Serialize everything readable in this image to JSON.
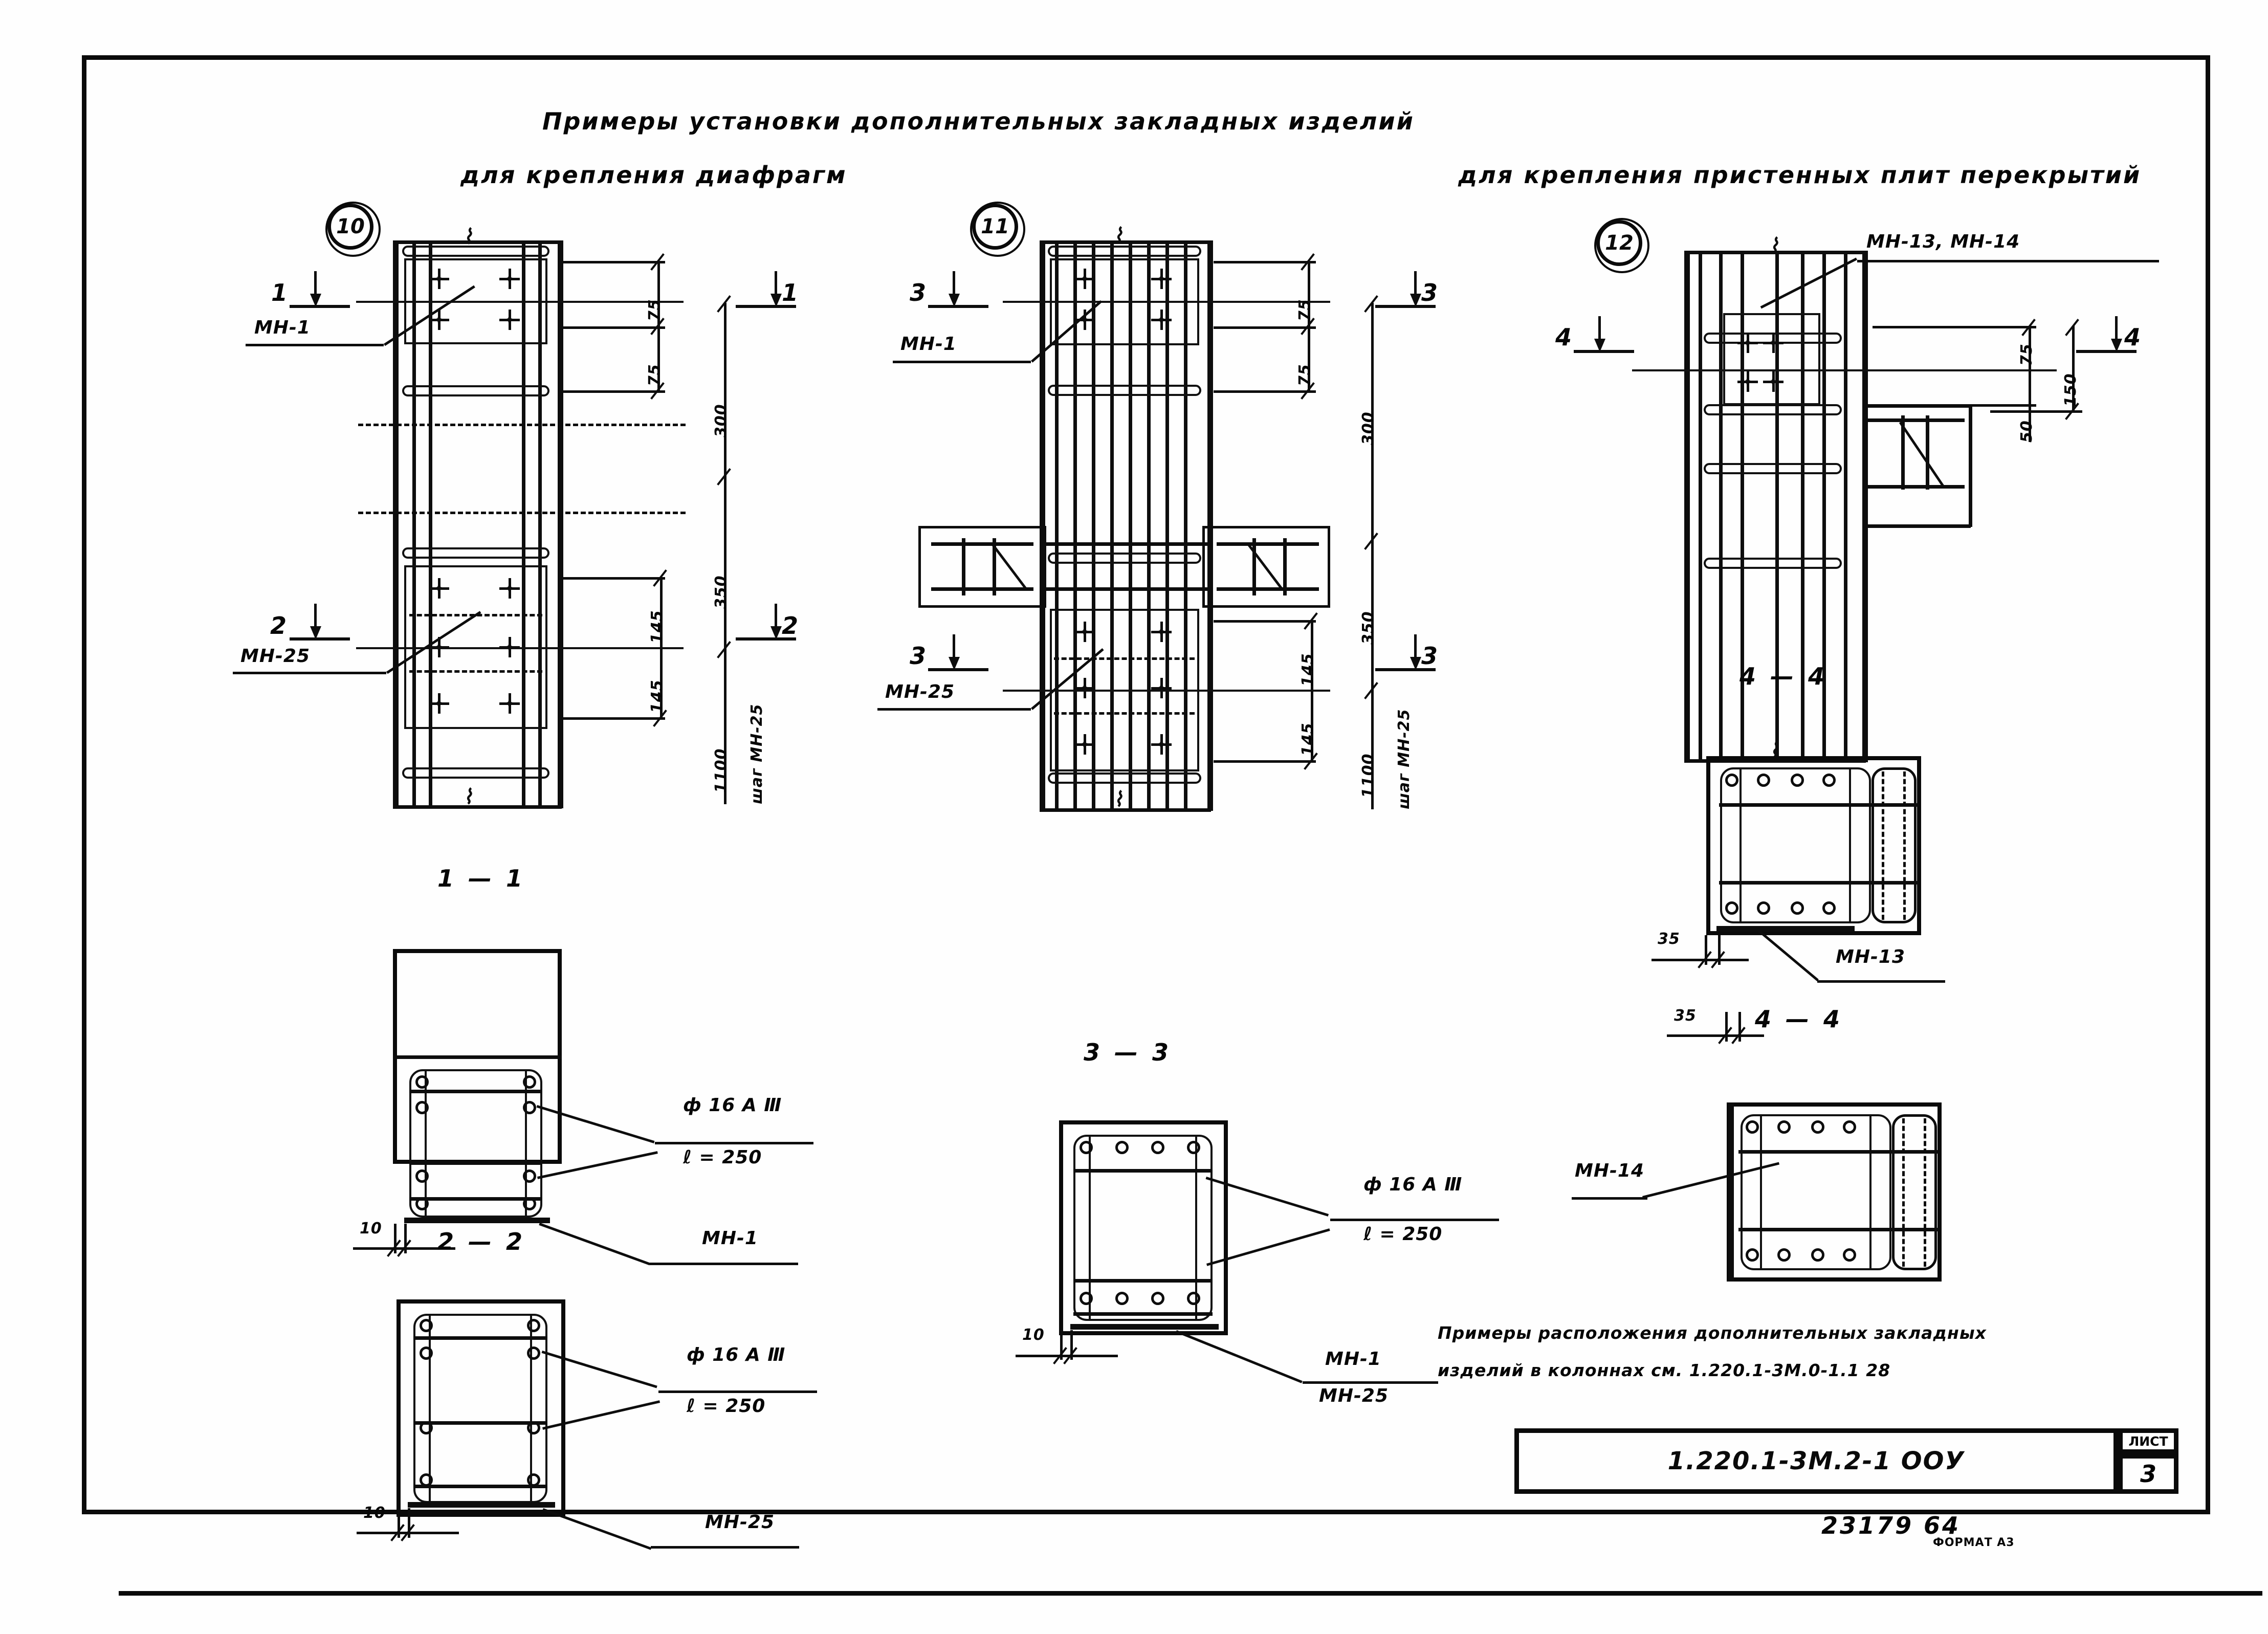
{
  "sheet": {
    "title_line1": "Примеры установки дополнительных закладных изделий",
    "title_line2_left": "для крепления диафрагм",
    "title_line2_right": "для крепления пристенных плит перекрытий",
    "note_line1": "Примеры расположения дополнительных закладных",
    "note_line2": "изделий в колоннах см. 1.220.1-3М.0-1.1  28",
    "drawing_code": "23179  64",
    "format_mark": "ФОРМАТ А3"
  },
  "title_block": {
    "designation": "1.220.1-3М.2-1   ООУ",
    "sheet_caption": "ЛИСТ",
    "sheet_number": "3"
  },
  "nodes": {
    "n10": {
      "bubble": "10",
      "label_top": "МН-1",
      "label_bottom": "МН-25",
      "section_top_left": "1",
      "section_top_right": "1",
      "section_bot_left": "2",
      "section_bot_right": "2",
      "dims": {
        "d1": "75",
        "d2": "75",
        "d3": "300",
        "d4": "350",
        "d5": "145",
        "d6": "145",
        "d7": "1100",
        "step": "шаг МН-25"
      }
    },
    "n11": {
      "bubble": "11",
      "label_top": "МН-1",
      "label_bottom": "МН-25",
      "section_top_left": "3",
      "section_top_right": "3",
      "section_bot_left": "3",
      "section_bot_right": "3",
      "dims": {
        "d1": "75",
        "d2": "75",
        "d3": "300",
        "d4": "350",
        "d5": "145",
        "d6": "145",
        "d7": "1100",
        "step": "шаг МН-25"
      }
    },
    "n12": {
      "bubble": "12",
      "label_top": "МН-13, МН-14",
      "section_left": "4",
      "section_right": "4",
      "dims": {
        "d1": "75",
        "d2": "150",
        "d3": "50"
      }
    }
  },
  "sections": {
    "s11": {
      "caption": "1 — 1",
      "rebar_label_1": "ф 16 А Ⅲ",
      "rebar_label_2": "ℓ = 250",
      "part_label": "МН-1",
      "edge_dim": "10"
    },
    "s22": {
      "caption": "2 — 2",
      "rebar_label_1": "ф 16 А Ⅲ",
      "rebar_label_2": "ℓ = 250",
      "part_label": "МН-25",
      "edge_dim": "10"
    },
    "s33": {
      "caption": "3 — 3",
      "rebar_label_1": "ф 16 А Ⅲ",
      "rebar_label_2": "ℓ = 250",
      "part_label_1": "МН-1",
      "part_label_2": "МН-25",
      "edge_dim": "10"
    },
    "s44a": {
      "caption": "4 — 4",
      "part_label": "МН-13",
      "edge_dim": "35"
    },
    "s44b": {
      "caption": "4 — 4",
      "part_label": "МН-14",
      "edge_dim": "35"
    }
  },
  "colors": {
    "ink": "#0d0d0d",
    "paper": "#fefefe"
  }
}
